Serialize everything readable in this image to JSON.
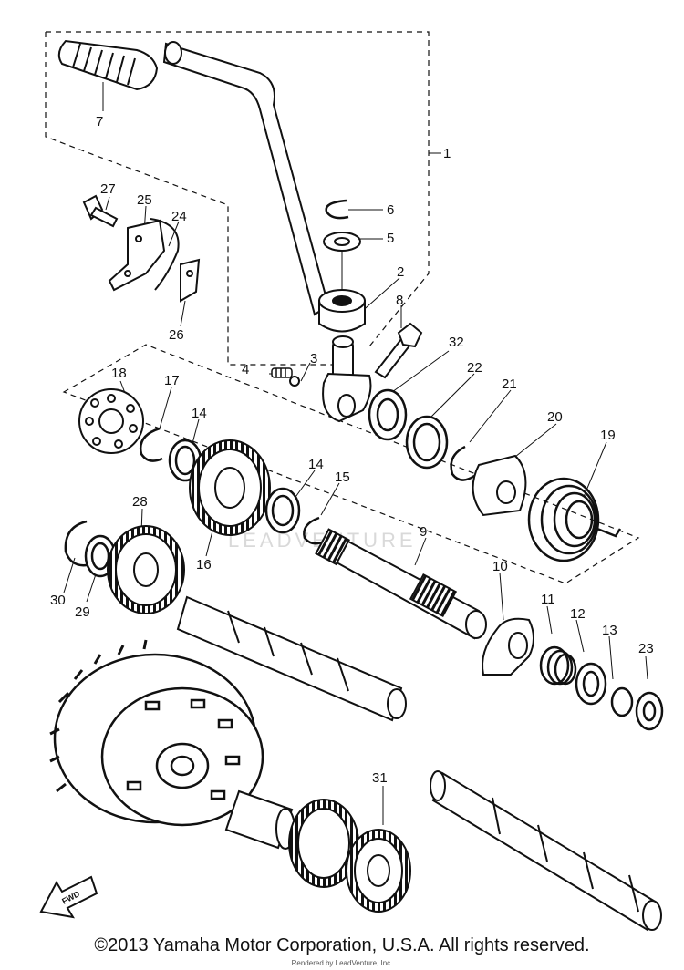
{
  "diagram": {
    "callouts": [
      "1",
      "2",
      "3",
      "4",
      "5",
      "6",
      "7",
      "8",
      "9",
      "10",
      "11",
      "12",
      "13",
      "14",
      "14",
      "15",
      "16",
      "17",
      "18",
      "19",
      "20",
      "21",
      "22",
      "23",
      "24",
      "25",
      "26",
      "27",
      "28",
      "29",
      "30",
      "31",
      "32"
    ],
    "fwd_label": "FWD",
    "watermark": "LEADVENTURE"
  },
  "footer": {
    "copyright": "©2013 Yamaha Motor Corporation, U.S.A. All rights reserved.",
    "rendered_by": "Rendered by LeadVenture, Inc."
  }
}
